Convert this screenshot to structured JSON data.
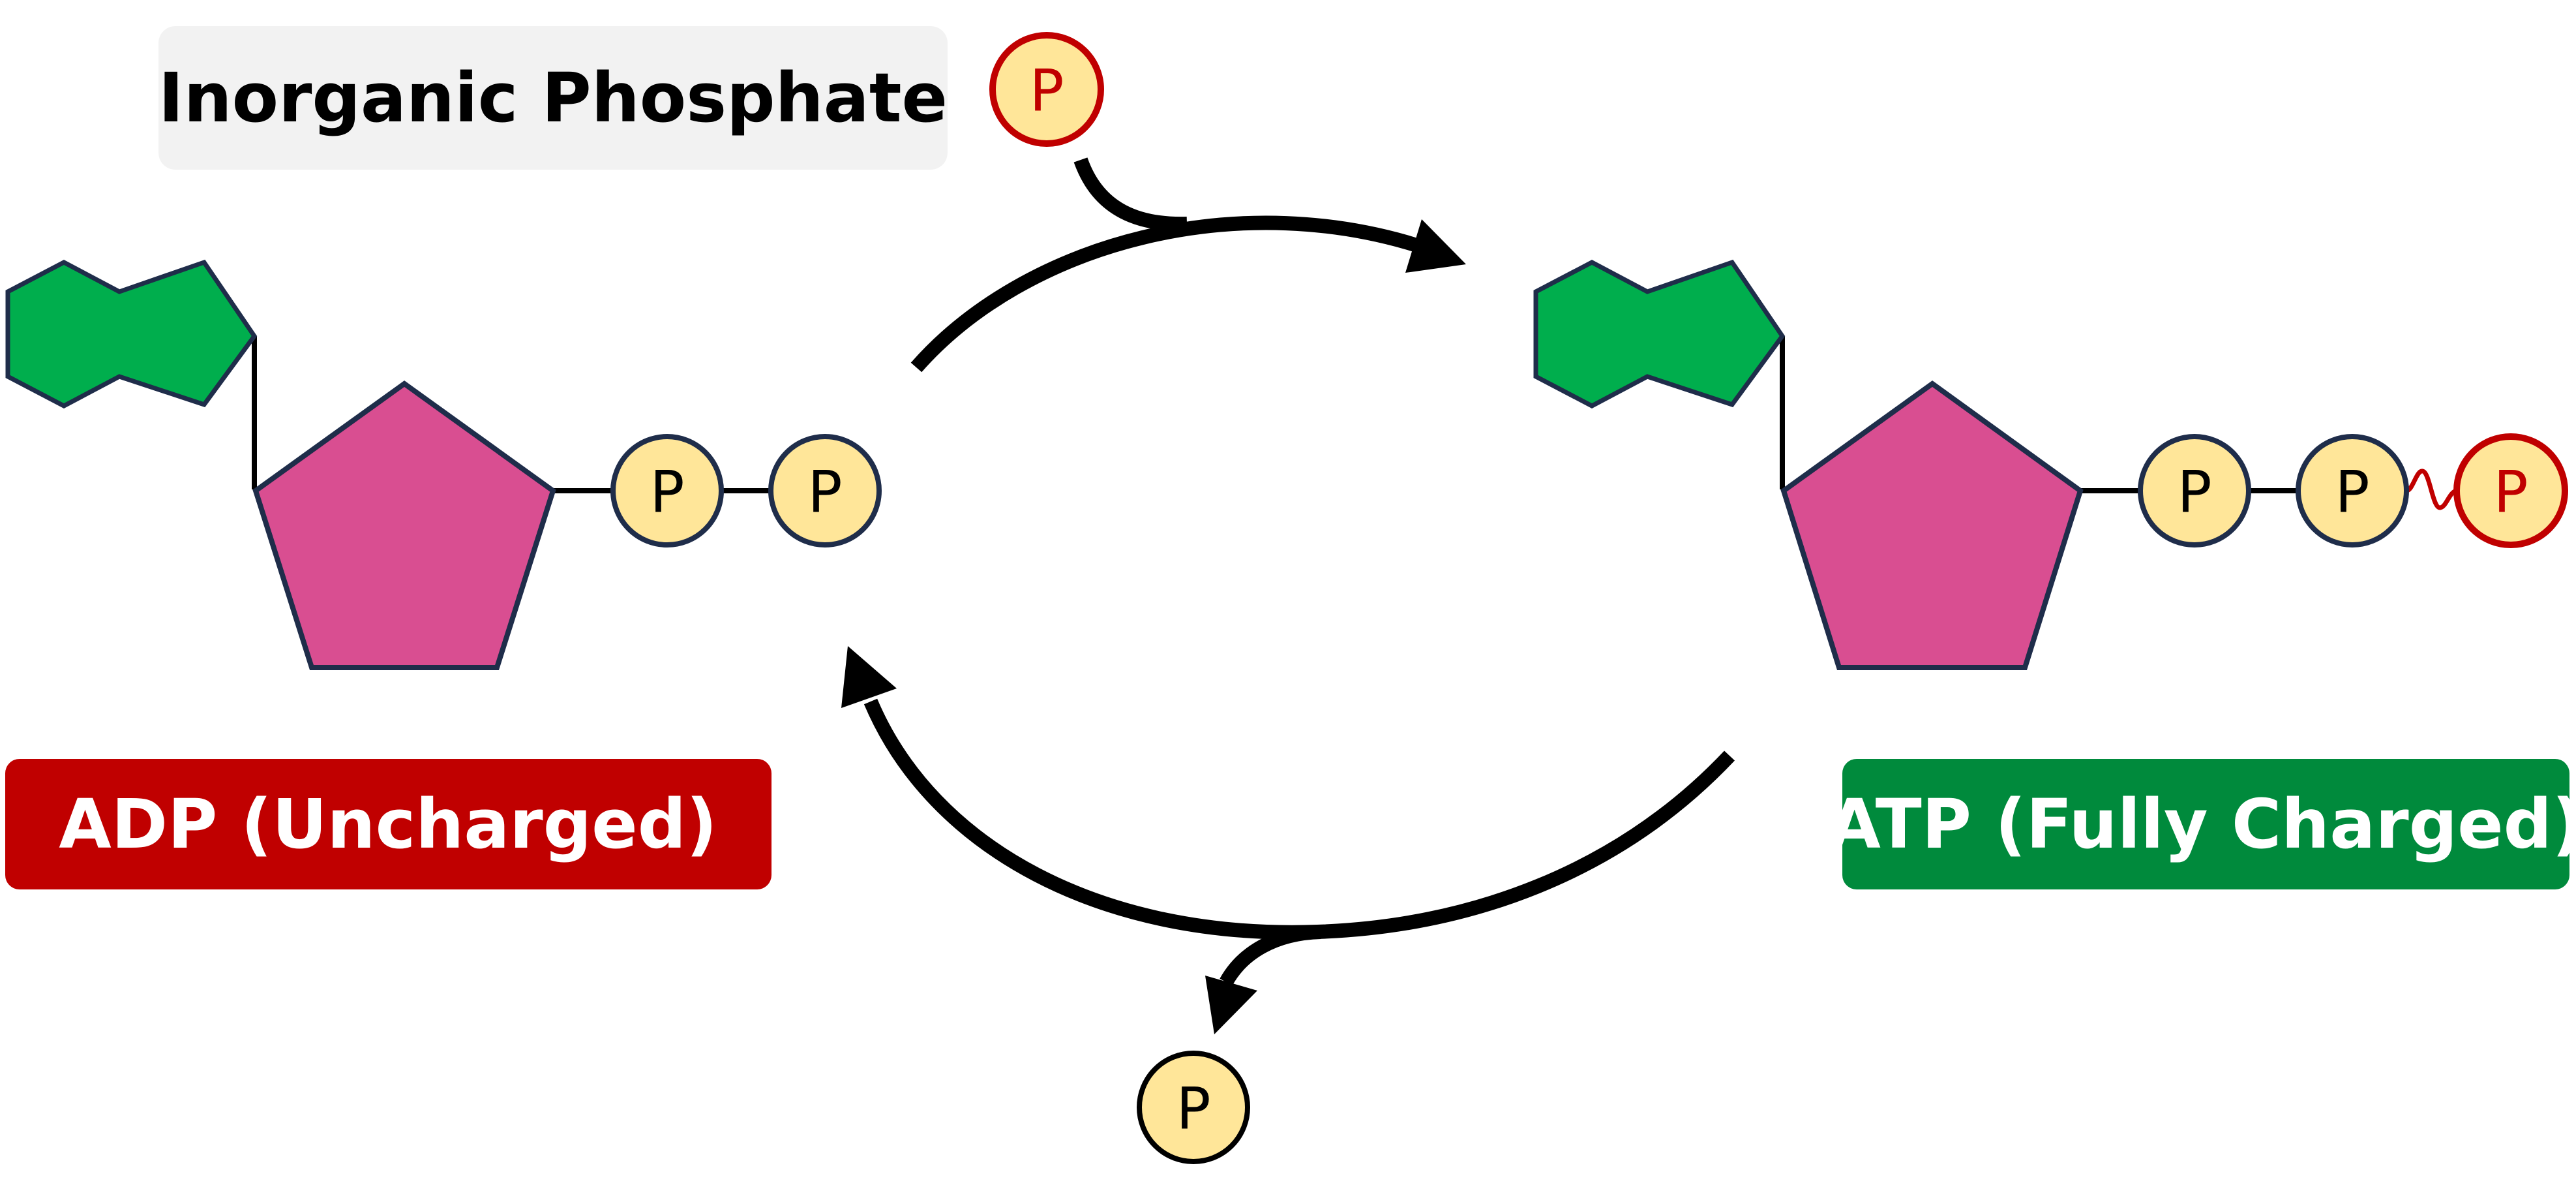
{
  "labels": {
    "inorganic_phosphate": "Inorganic Phosphate",
    "adp": "ADP (Uncharged)",
    "atp": "ATP (Fully Charged)"
  },
  "phosphate_symbol": "P",
  "colors": {
    "base_green": "#00AE4D",
    "sugar_pink": "#D94E91",
    "phosphate_fill": "#FFE699",
    "outline_dark": "#1F2D4A",
    "added_phosphate_ring": "#C00000",
    "adp_label_bg": "#C00000",
    "atp_label_bg": "#008A3C",
    "inorganic_label_bg": "#F2F2F2",
    "arrow": "#000000",
    "label_text_light": "#FFFFFF",
    "label_text_dark": "#000000"
  }
}
